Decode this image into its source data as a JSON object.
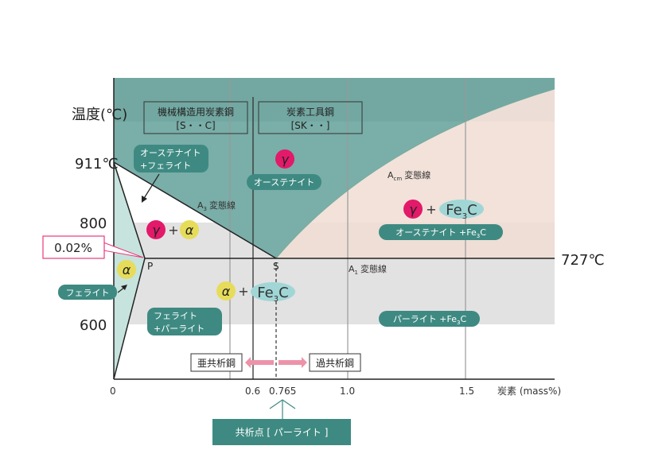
{
  "axis": {
    "y_title": "温度(℃)",
    "y_ticks": [
      "911℃",
      "800",
      "600"
    ],
    "x_ticks": [
      "0",
      "0.6",
      "0.765",
      "1.0",
      "1.5"
    ],
    "x_title": "炭素 (mass%)",
    "temp_727": "727℃"
  },
  "boxes": {
    "machine_steel": {
      "line1": "機械構造用炭素鋼",
      "line2": "[S・・C]"
    },
    "tool_steel": {
      "line1": "炭素工具鋼",
      "line2": "[SK・・]"
    }
  },
  "labels": {
    "austenite_ferrite": {
      "line1": "オーステナイト",
      "line2": "+フェライト"
    },
    "austenite": "オーステナイト",
    "austenite_fe3c": {
      "main": "オーステナイト +Fe",
      "sub": "3",
      "end": "C"
    },
    "ferrite": "フェライト",
    "ferrite_pearlite": {
      "line1": "フェライト",
      "line2": "+パーライト"
    },
    "pearlite_fe3c": {
      "main": "パーライト +Fe",
      "sub": "3",
      "end": "C"
    },
    "a3": {
      "A": "A",
      "sub": "3",
      "text": "変態線"
    },
    "acm": {
      "A": "A",
      "sub": "cm",
      "text": "変態線"
    },
    "a1": {
      "A": "A",
      "sub": "1",
      "text": "変態線"
    },
    "point_p": "P",
    "point_s": "S",
    "callout_002": "0.02%",
    "hypo": "亜共析鋼",
    "hyper": "過共析鋼",
    "eutectoid": "共析点 [ パーライト ]"
  },
  "phases": {
    "gamma": "γ",
    "alpha": "α",
    "plus": "+",
    "fe": "Fe",
    "fe_sub": "3",
    "c": "C"
  },
  "colors": {
    "teal": "#7aaea8",
    "label_teal": "#3e8a82",
    "pink_region": "#f0ddd3",
    "ferrite_region": "#c6e3dd",
    "gamma": "#e3196a",
    "alpha": "#e6dc5a",
    "fe3c": "#a0d6d6",
    "arrow_pink": "#ec93a8"
  }
}
